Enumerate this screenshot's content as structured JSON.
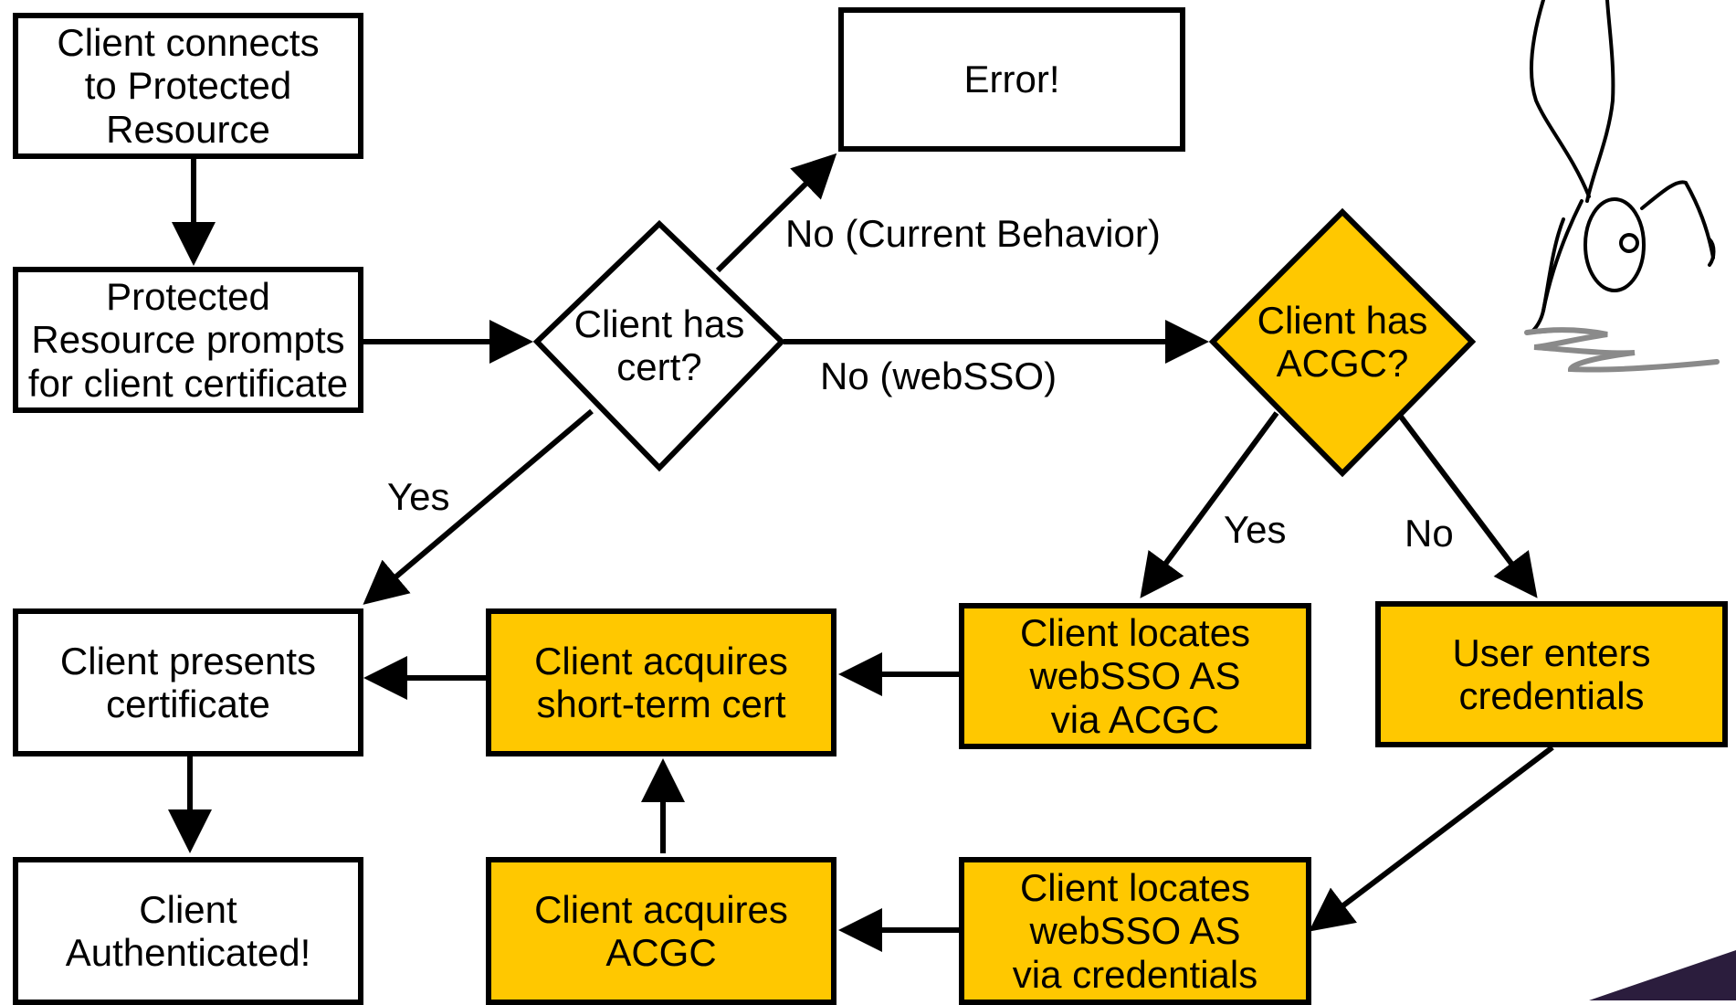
{
  "colors": {
    "accent_fill": "#ffc800",
    "stroke": "#000000",
    "swoosh": "#2b1d3d"
  },
  "nodes": {
    "connect": "Client connects\nto Protected\nResource",
    "prompt": "Protected\nResource prompts\nfor client certificate",
    "has_cert": "Client has\ncert?",
    "error": "Error!",
    "has_acgc": "Client has\nACGC?",
    "presents": "Client presents\ncertificate",
    "acquires_cert": "Client acquires\nshort-term cert",
    "locates_acgc": "Client locates\nwebSSO AS\nvia ACGC",
    "enters": "User enters\ncredentials",
    "authenticated": "Client\nAuthenticated!",
    "acquires_acgc": "Client acquires\nACGC",
    "locates_cred": "Client locates\nwebSSO AS\nvia credentials"
  },
  "edge_labels": {
    "no_current": "No (Current Behavior)",
    "no_websso": "No (webSSO)",
    "yes_cert": "Yes",
    "yes_acgc": "Yes",
    "no_acgc": "No"
  },
  "decorations": [
    "stick-figure-drawing",
    "corner-swoosh"
  ]
}
